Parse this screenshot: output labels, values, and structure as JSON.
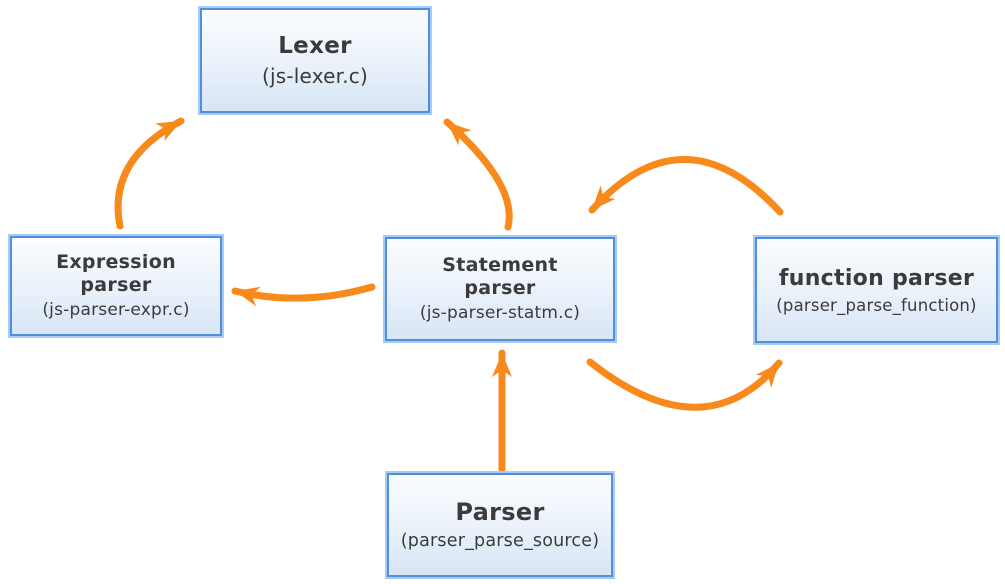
{
  "colors": {
    "arrow": "#F8891B",
    "node_border": "#4E8FE0",
    "node_outer_edge": "#A9CBF2",
    "node_fill_top": "#FBFDFE",
    "node_fill_bottom": "#D7E5F6",
    "text": "#3B3B3B"
  },
  "nodes": [
    {
      "id": "lexer",
      "title": "Lexer",
      "subtitle": "(js-lexer.c)"
    },
    {
      "id": "expression-parser",
      "title": "Expression\nparser",
      "subtitle": "(js-parser-expr.c)"
    },
    {
      "id": "statement-parser",
      "title": "Statement\nparser",
      "subtitle": "(js-parser-statm.c)"
    },
    {
      "id": "function-parser",
      "title": "function parser",
      "subtitle": "(parser_parse_function)"
    },
    {
      "id": "parser",
      "title": "Parser",
      "subtitle": "(parser_parse_source)"
    }
  ],
  "edges": [
    {
      "from": "expression-parser",
      "to": "lexer"
    },
    {
      "from": "statement-parser",
      "to": "lexer"
    },
    {
      "from": "statement-parser",
      "to": "expression-parser"
    },
    {
      "from": "function-parser",
      "to": "statement-parser"
    },
    {
      "from": "statement-parser",
      "to": "function-parser"
    },
    {
      "from": "parser",
      "to": "statement-parser"
    }
  ]
}
